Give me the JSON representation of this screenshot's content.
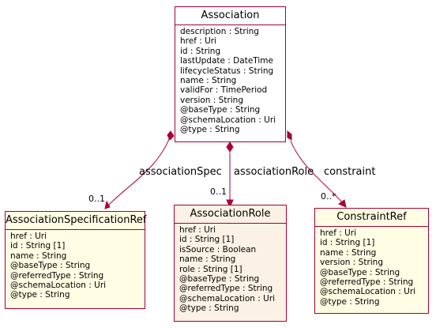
{
  "colors": {
    "border": "#a80036",
    "resource_fill": "#ffffff",
    "ref_fill": "#fffde3",
    "sub_resource_fill": "#fbf1e4"
  },
  "classes": {
    "association": {
      "name": "Association",
      "attributes": [
        "description : String",
        "href : Uri",
        "id : String",
        "lastUpdate : DateTime",
        "lifecycleStatus : String",
        "name : String",
        "validFor : TimePeriod",
        "version : String",
        "@baseType : String",
        "@schemaLocation : Uri",
        "@type : String"
      ]
    },
    "association_spec_ref": {
      "name": "AssociationSpecificationRef",
      "attributes": [
        "href : Uri",
        "id : String [1]",
        "name : String",
        "@baseType : String",
        "@referredType : String",
        "@schemaLocation : Uri",
        "@type : String"
      ]
    },
    "association_role": {
      "name": "AssociationRole",
      "attributes": [
        "href : Uri",
        "id : String [1]",
        "isSource : Boolean",
        "name : String",
        "role : String [1]",
        "@baseType : String",
        "@referredType : String",
        "@schemaLocation : Uri",
        "@type : String"
      ]
    },
    "constraint_ref": {
      "name": "ConstraintRef",
      "attributes": [
        "href : Uri",
        "id : String [1]",
        "name : String",
        "version : String",
        "@baseType : String",
        "@referredType : String",
        "@schemaLocation : Uri",
        "@type : String"
      ]
    }
  },
  "edges": {
    "association_spec": {
      "label": "associationSpec",
      "multiplicity": "0..1"
    },
    "association_role": {
      "label": "associationRole",
      "multiplicity": "0..1"
    },
    "constraint": {
      "label": "constraint",
      "multiplicity": "0..*"
    }
  }
}
